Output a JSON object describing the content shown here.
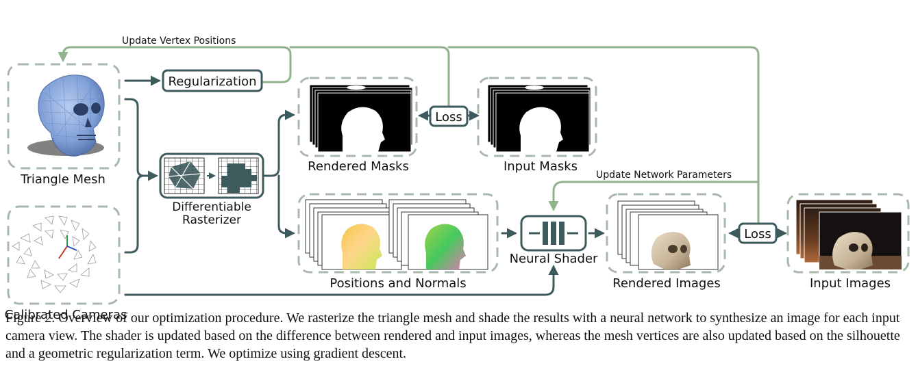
{
  "labels": {
    "triangle_mesh": "Triangle Mesh",
    "calibrated_cameras": "Calibrated Cameras",
    "regularization": "Regularization",
    "differentiable": "Differentiable",
    "rasterizer": "Rasterizer",
    "rendered_masks": "Rendered Masks",
    "input_masks": "Input Masks",
    "loss_masks": "Loss",
    "positions_normals": "Positions and Normals",
    "neural_shader": "Neural Shader",
    "rendered_images": "Rendered Images",
    "loss_images": "Loss",
    "input_images": "Input Images",
    "update_vertex": "Update Vertex Positions",
    "update_network": "Update Network Parameters"
  },
  "caption": "Figure 2. Overview of our optimization procedure. We rasterize the triangle mesh and shade the results with a neural network to synthesize an image for each input camera view. The shader is updated based on the difference between rendered and input images, whereas the mesh vertices are also updated based on the silhouette and a geometric regularization term. We optimize using gradient descent.",
  "colors": {
    "dark_teal": "#3d5a5c",
    "feedback_green": "#8fb38a",
    "dashed_gray": "#a9b8ad"
  }
}
